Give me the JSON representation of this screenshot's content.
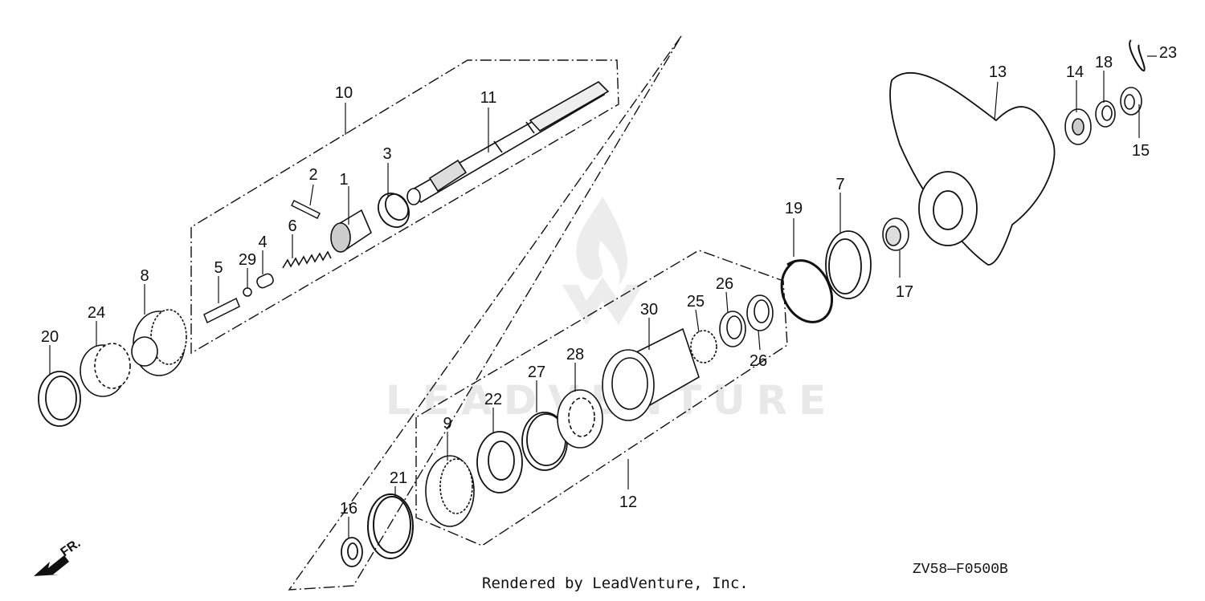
{
  "footer": {
    "rendered_by": "Rendered by LeadVenture, Inc."
  },
  "diagram_code": "ZV58—F0500B",
  "direction_arrow_label": "FR.",
  "watermark": {
    "text": "LEADVENTURE",
    "icon": "leadventure-flame-logo-icon"
  },
  "callouts": [
    {
      "id": "1",
      "text": "1"
    },
    {
      "id": "2",
      "text": "2"
    },
    {
      "id": "3",
      "text": "3"
    },
    {
      "id": "4",
      "text": "4"
    },
    {
      "id": "5",
      "text": "5"
    },
    {
      "id": "6",
      "text": "6"
    },
    {
      "id": "7",
      "text": "7"
    },
    {
      "id": "8",
      "text": "8"
    },
    {
      "id": "9",
      "text": "9"
    },
    {
      "id": "10",
      "text": "10"
    },
    {
      "id": "11",
      "text": "11"
    },
    {
      "id": "12",
      "text": "12"
    },
    {
      "id": "13",
      "text": "13"
    },
    {
      "id": "14",
      "text": "14"
    },
    {
      "id": "15",
      "text": "15"
    },
    {
      "id": "16",
      "text": "16"
    },
    {
      "id": "17",
      "text": "17"
    },
    {
      "id": "18",
      "text": "18"
    },
    {
      "id": "19",
      "text": "19"
    },
    {
      "id": "20",
      "text": "20"
    },
    {
      "id": "21",
      "text": "21"
    },
    {
      "id": "22",
      "text": "22"
    },
    {
      "id": "23",
      "text": "23"
    },
    {
      "id": "24",
      "text": "24"
    },
    {
      "id": "25",
      "text": "25"
    },
    {
      "id": "26a",
      "text": "26"
    },
    {
      "id": "26b",
      "text": "26"
    },
    {
      "id": "27",
      "text": "27"
    },
    {
      "id": "28",
      "text": "28"
    },
    {
      "id": "29",
      "text": "29"
    },
    {
      "id": "30",
      "text": "30"
    }
  ]
}
